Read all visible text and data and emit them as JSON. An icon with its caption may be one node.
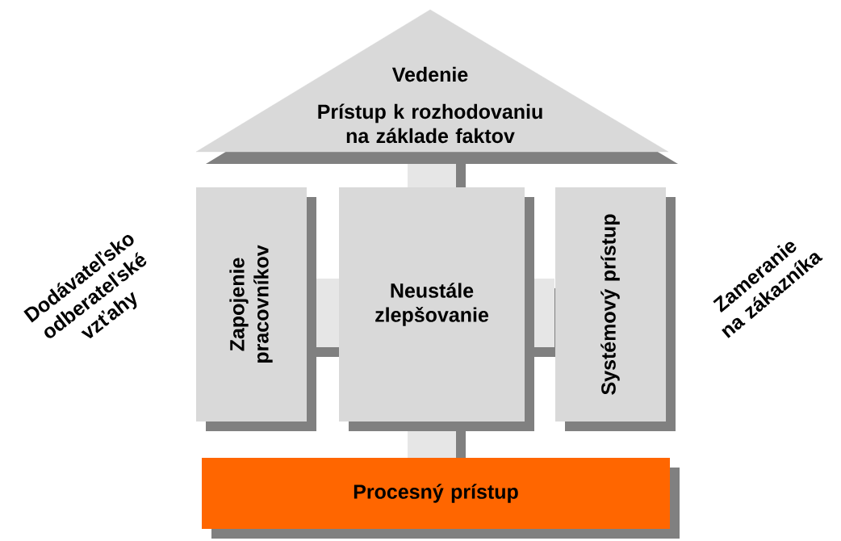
{
  "diagram": {
    "nodes": [
      {
        "text": [
          "Vedenie",
          "Prístup k rozhodovaniu na základe faktov"
        ]
      },
      {
        "text": [
          "Zapojenie pracovníkov"
        ]
      },
      {
        "text": [
          "Neustále zlepšovanie"
        ]
      },
      {
        "text": [
          "Systémový prístup"
        ]
      },
      {
        "text": [
          "Procesný prístup"
        ]
      }
    ],
    "labels": [
      "Dodávateľsko odberateľské vzťahy",
      "Zameranie na zákazníka"
    ]
  }
}
